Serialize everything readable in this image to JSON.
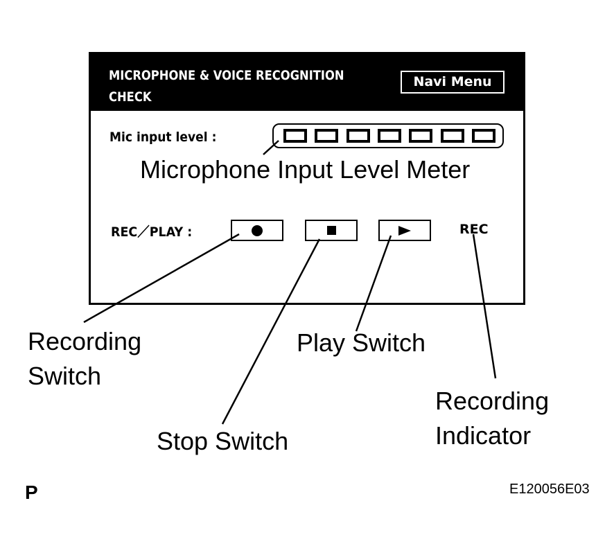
{
  "screen": {
    "title_lines": [
      "MICROPHONE & VOICE RECOGNITION",
      "CHECK"
    ],
    "navi_menu_label": "Navi Menu",
    "mic_input_label": "Mic input level :",
    "meter_segment_count": 7,
    "rec_play_label": "REC／PLAY :",
    "buttons": [
      {
        "name": "record",
        "glyph": "filled-circle-icon"
      },
      {
        "name": "stop",
        "glyph": "filled-square-icon"
      },
      {
        "name": "play",
        "glyph": "play-triangle-icon"
      }
    ],
    "rec_indicator": "REC"
  },
  "callouts": {
    "meter": "Microphone Input Level Meter",
    "recording_switch_line1": "Recording",
    "recording_switch_line2": "Switch",
    "stop_switch": "Stop Switch",
    "play_switch": "Play Switch",
    "recording_indicator_line1": "Recording",
    "recording_indicator_line2": "Indicator"
  },
  "footer": {
    "left_code": "P",
    "figure_id": "E120056E03"
  },
  "colors": {
    "foreground": "#000000",
    "background": "#ffffff"
  }
}
